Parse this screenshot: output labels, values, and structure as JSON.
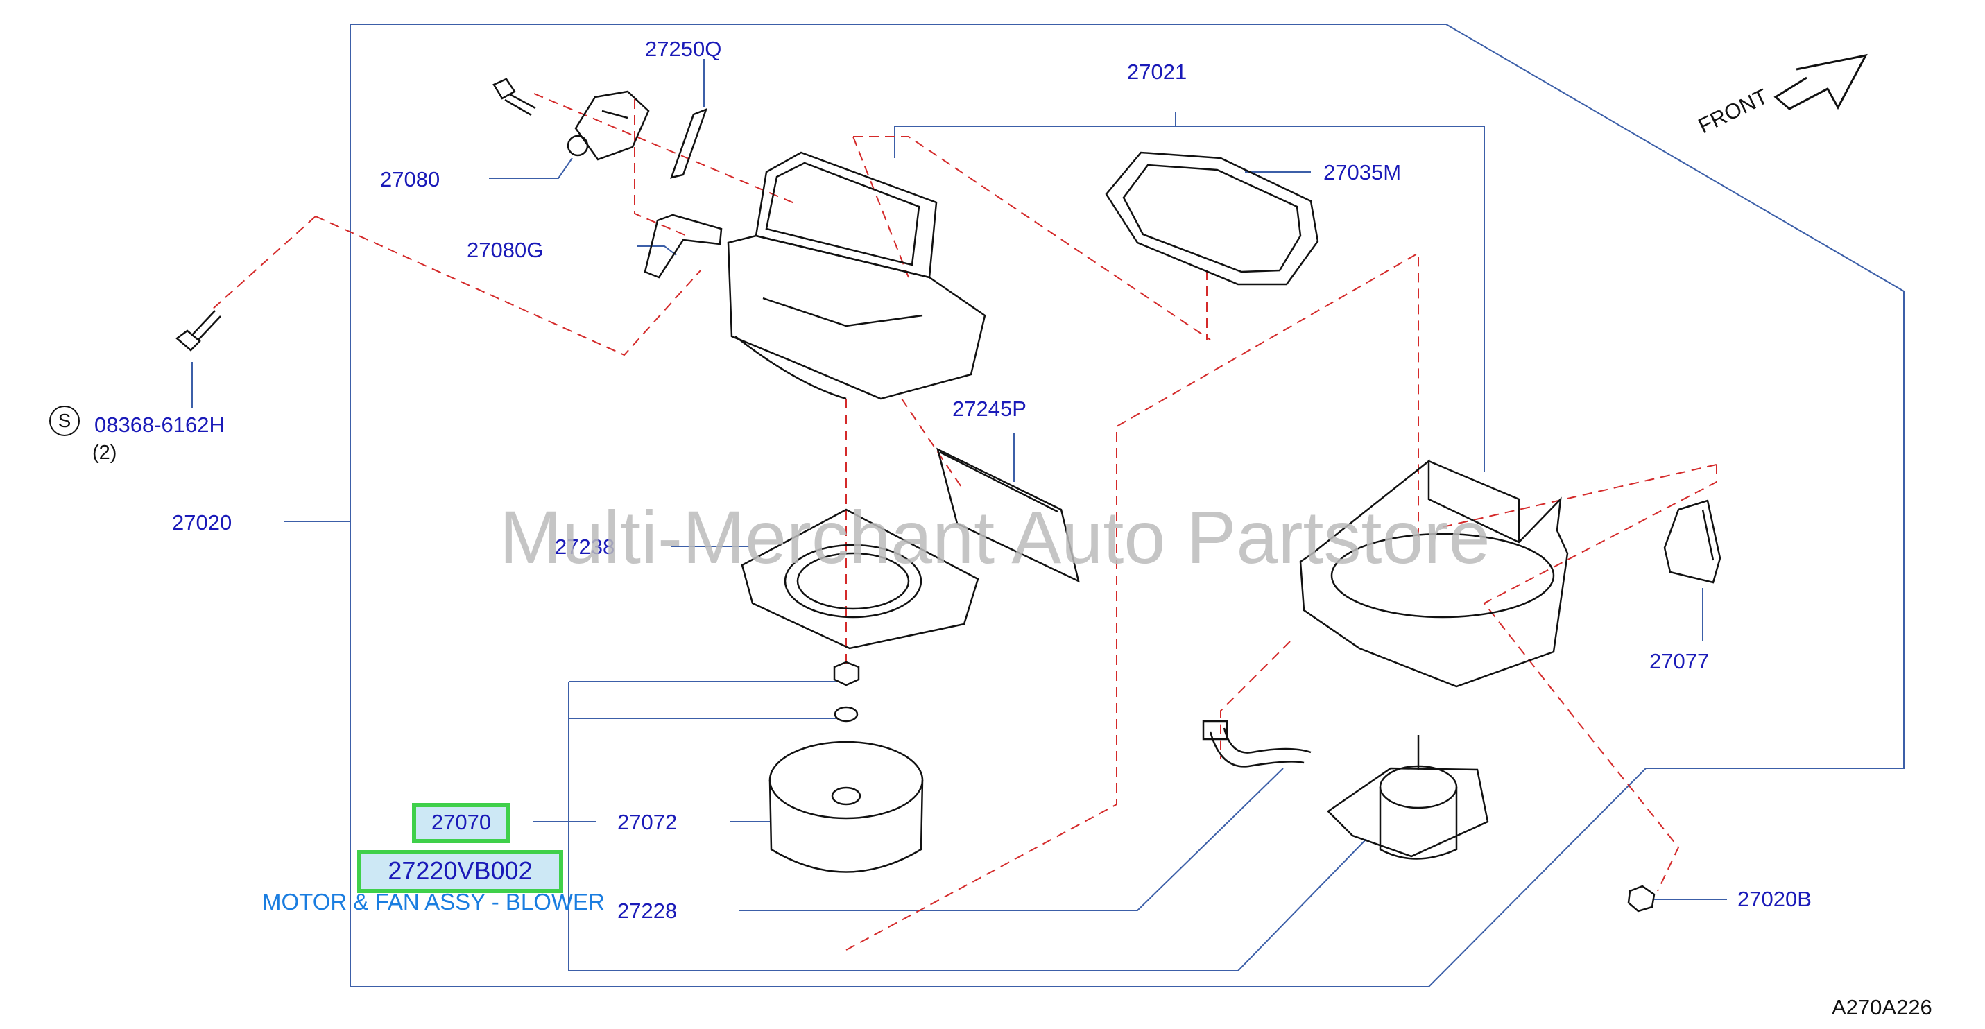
{
  "watermark": "Multi-Merchant Auto Partstore",
  "diagram_code": "A270A226",
  "front_label": "FRONT",
  "colors": {
    "part_label": "#1a1ab8",
    "highlight_border": "#3fd04a",
    "highlight_fill": "#cde8f5",
    "description": "#1a7de0",
    "dash_line": "#d42a2a",
    "leader_line": "#3c5fa8"
  },
  "parts": {
    "p27250Q": "27250Q",
    "p27021": "27021",
    "p27080": "27080",
    "p27035M": "27035M",
    "p27080G": "27080G",
    "p08368": "08368-6162H",
    "p08368_qty": "(2)",
    "p08368_symbol": "S",
    "p27245P": "27245P",
    "p27020": "27020",
    "p27238": "27238",
    "p27077": "27077",
    "p27070": "27070",
    "p27072": "27072",
    "p27220VB002": "27220VB002",
    "p27228": "27228",
    "p27020B": "27020B"
  },
  "description": "MOTOR & FAN ASSY - BLOWER"
}
